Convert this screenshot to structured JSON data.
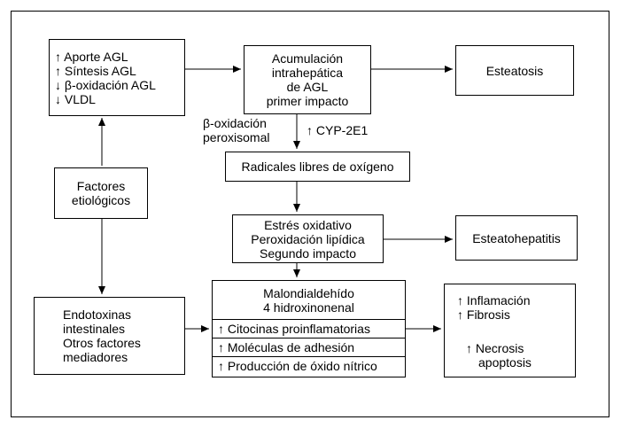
{
  "boxes": {
    "inputs": [
      "↑ Aporte AGL",
      "↑ Síntesis AGL",
      "↓ β-oxidación AGL",
      "↓ VLDL"
    ],
    "acumulacion": [
      "Acumulación",
      "intrahepática",
      "de AGL",
      "primer impacto"
    ],
    "esteatosis": "Esteatosis",
    "factores": [
      "Factores",
      "etiológicos"
    ],
    "radicales": "Radicales libres de oxígeno",
    "estres": [
      "Estrés oxidativo",
      "Peroxidación lipídica",
      "Segundo impacto"
    ],
    "esteatohepatitis": "Esteatohepatitis",
    "endotoxinas": [
      "Endotoxinas",
      "intestinales",
      "Otros factores",
      "mediadores"
    ],
    "malon": [
      "Malondialdehído",
      "4 hidroxinonenal"
    ],
    "mediators": [
      "↑ Citocinas proinflamatorias",
      "↑ Moléculas de adhesión",
      "↑ Producción de óxido nítrico"
    ],
    "outcomes_top": [
      "↑ Inflamación",
      "↑ Fibrosis"
    ],
    "outcomes_bottom": [
      "↑ Necrosis",
      "apoptosis"
    ]
  },
  "labels": {
    "peroxisomal": [
      "β-oxidación",
      "peroxisomal"
    ],
    "cyp": "↑ CYP-2E1"
  }
}
